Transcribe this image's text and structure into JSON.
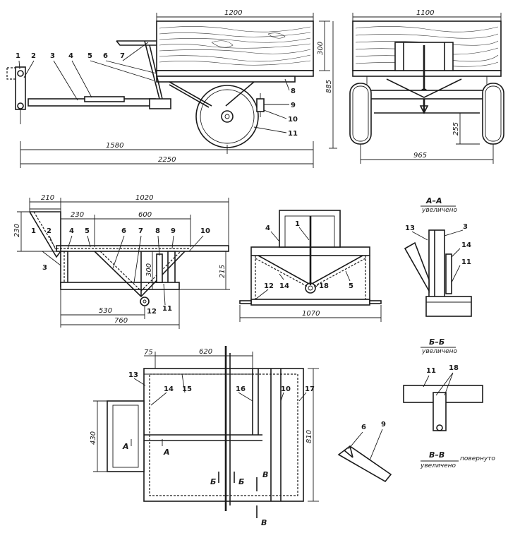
{
  "view_side": {
    "dims": {
      "length_body": "1200",
      "length_wheel": "1580",
      "length_total": "2250",
      "height_body": "300",
      "height_total": "885"
    },
    "callouts": [
      "1",
      "2",
      "3",
      "4",
      "5",
      "6",
      "7",
      "8",
      "9",
      "10",
      "11"
    ]
  },
  "view_rear": {
    "dims": {
      "width_body": "1100",
      "track": "965",
      "clearance": "255"
    }
  },
  "view_frame_side": {
    "dims": {
      "d210": "210",
      "d1020": "1020",
      "d230a": "230",
      "d230b": "230",
      "d600": "600",
      "d300": "300",
      "d215": "215",
      "d530": "530",
      "d760": "760"
    },
    "callouts": [
      "1",
      "2",
      "3",
      "4",
      "5",
      "6",
      "7",
      "8",
      "9",
      "10",
      "11",
      "12"
    ]
  },
  "view_frame_front": {
    "dims": {
      "d1070": "1070"
    },
    "callouts": [
      "4",
      "1",
      "12",
      "14",
      "18",
      "5"
    ]
  },
  "section_aa": {
    "title": "А–А",
    "subtitle": "увеличено",
    "callouts": [
      "13",
      "3",
      "14",
      "11"
    ]
  },
  "view_plan": {
    "dims": {
      "d75": "75",
      "d620": "620",
      "d430": "430",
      "d810": "810"
    },
    "callouts": [
      "13",
      "14",
      "15",
      "16",
      "10",
      "17"
    ],
    "section_marks": [
      "А",
      "А",
      "Б",
      "Б",
      "В",
      "В"
    ]
  },
  "section_bb": {
    "title": "Б–Б",
    "subtitle": "увеличено",
    "callouts": [
      "11",
      "18"
    ]
  },
  "detail_69": {
    "callouts": [
      "6",
      "9"
    ]
  },
  "section_vv": {
    "title": "В–В",
    "subtitle_left": "увеличено",
    "subtitle_right": "повернуто"
  }
}
